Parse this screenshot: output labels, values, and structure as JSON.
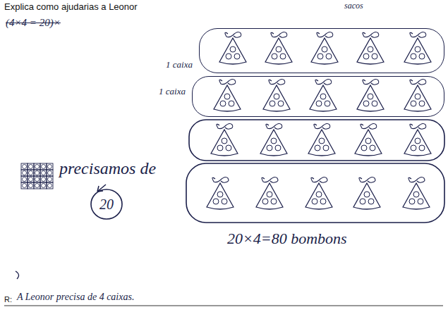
{
  "diagram": {
    "title": "Explica como ajudarias a Leonor",
    "nodes": [
      {
        "text": [
          "1 caixa"
        ]
      },
      {
        "text": [
          "1 caixa"
        ]
      },
      {
        "text": [
          "20"
        ]
      }
    ],
    "labels": [
      "(4×4 = 20)×",
      "sacos",
      "precisamos de",
      "20×4=80 bombons",
      "R:",
      "A Leonor precisa de 4 caixas."
    ]
  }
}
